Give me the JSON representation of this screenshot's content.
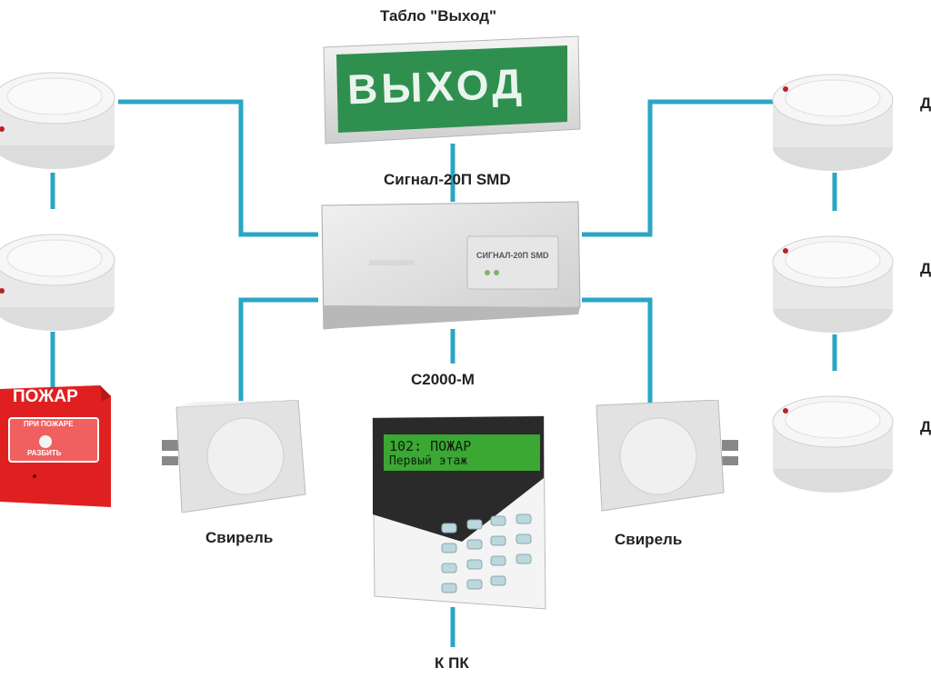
{
  "labels": {
    "exit_sign_caption": "Табло \"Выход\"",
    "exit_sign_text": "ВЫХОД",
    "controller_caption": "Сигнал-20П SMD",
    "controller_panel_text": "СИГНАЛ-20П SMD",
    "keypad_caption": "С2000-М",
    "keypad_display_line1": "102: ПОЖАР",
    "keypad_display_line2": "Первый этаж",
    "pc_caption": "К ПК",
    "siren_left_caption": "Свирель",
    "siren_right_caption": "Свирель",
    "call_point_label": "ПОЖАР",
    "call_point_instruction1": "ПРИ ПОЖАРЕ",
    "call_point_instruction2": "РАЗБИТЬ",
    "right_detector_label_1": "Д",
    "right_detector_label_2": "Д",
    "right_detector_label_3": "Д"
  },
  "colors": {
    "wire": "#2aa6c4",
    "exit_sign_green": "#2f8f4f",
    "call_point_red": "#e02020",
    "lcd_green": "#3aa832"
  },
  "icons": {
    "smoke_detector": "smoke-detector-icon",
    "siren": "siren-icon",
    "manual_call_point": "manual-call-point-icon",
    "keypad": "keypad-icon",
    "exit_sign": "exit-sign-icon",
    "controller": "controller-box-icon"
  }
}
